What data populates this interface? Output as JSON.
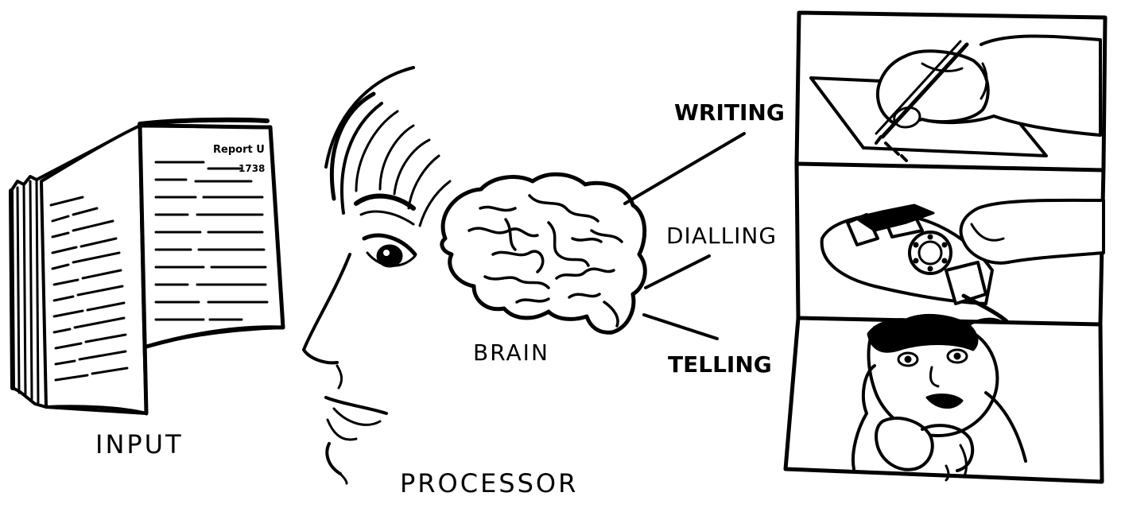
{
  "labels": {
    "input": "INPUT",
    "processor": "PROCESSOR",
    "brain": "BRAIN",
    "writing": "WRITING",
    "dialling": "DIALLING",
    "telling": "TELLING"
  },
  "book": {
    "header": "Report U",
    "header_number": "1738"
  },
  "icons": [
    "open-book-icon",
    "face-profile-icon",
    "brain-icon",
    "hand-writing-icon",
    "hand-dialling-phone-icon",
    "person-on-telephone-icon"
  ],
  "colors": {
    "ink": "#000000",
    "paper": "#ffffff"
  }
}
